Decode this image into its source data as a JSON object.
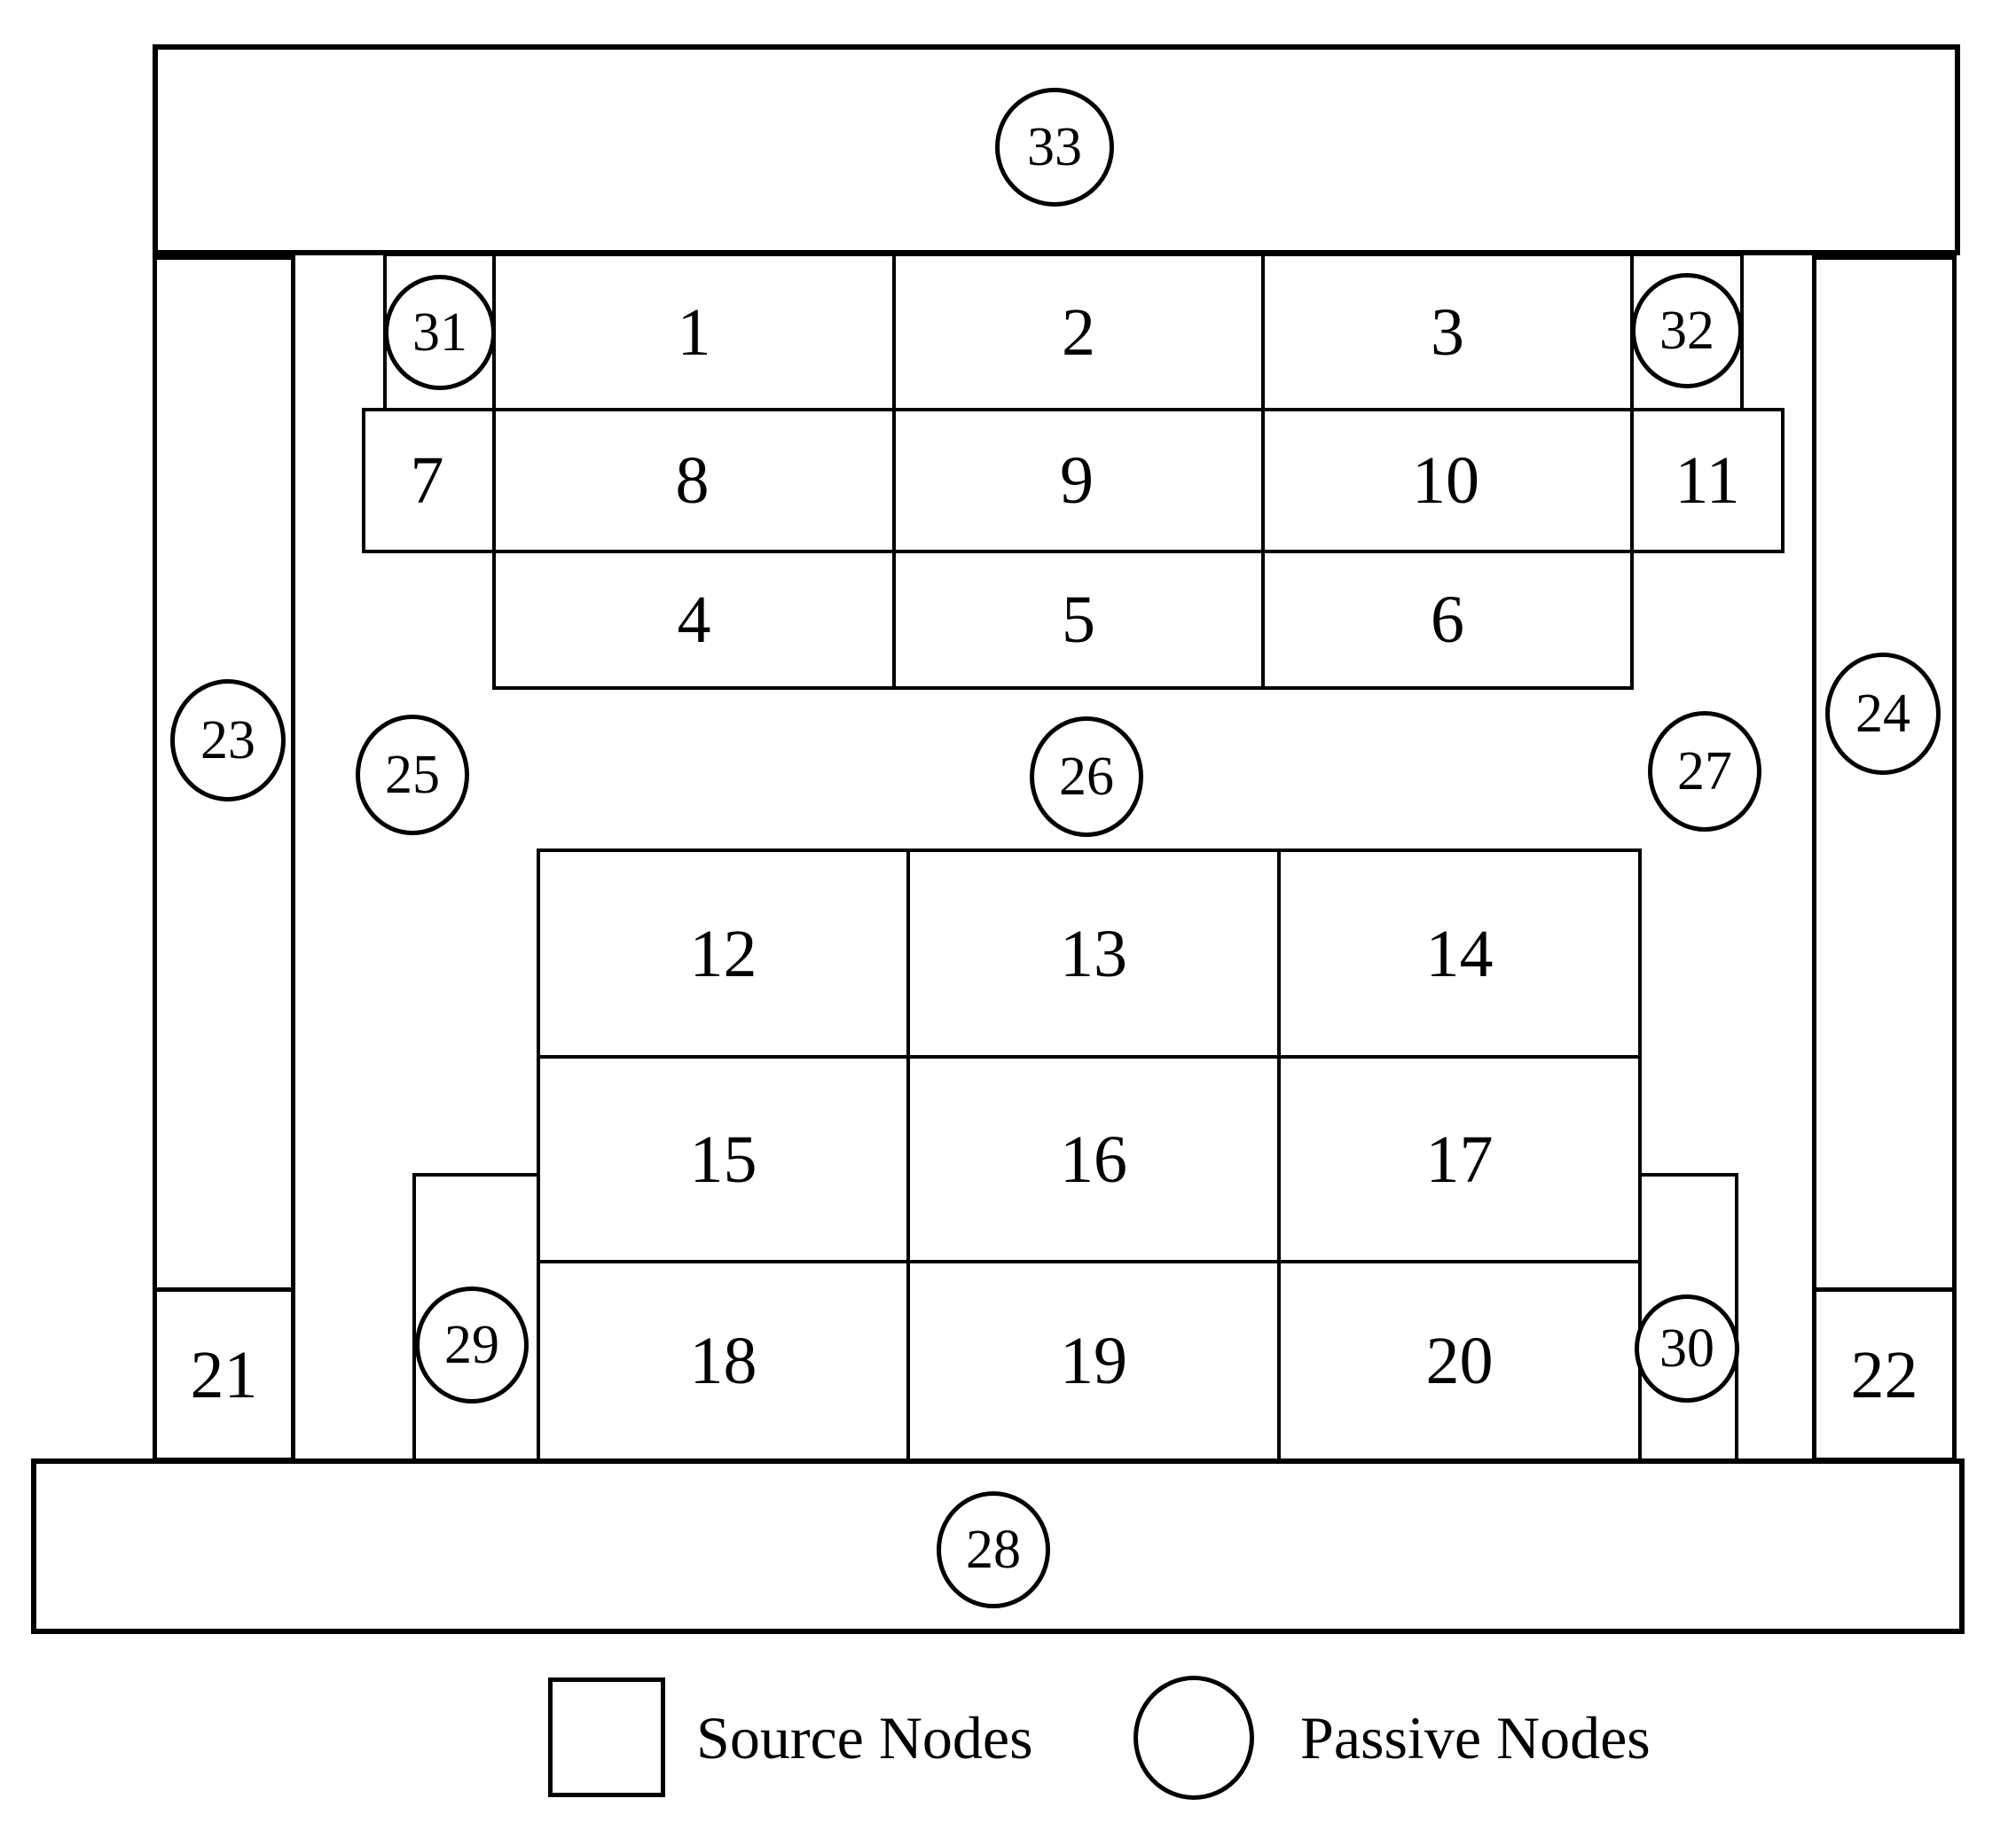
{
  "legend": {
    "source_label": "Source Nodes",
    "passive_label": "Passive Nodes"
  },
  "colors": {
    "line": "#000000",
    "background": "#ffffff"
  },
  "source_nodes": {
    "n1": "1",
    "n2": "2",
    "n3": "3",
    "n4": "4",
    "n5": "5",
    "n6": "6",
    "n7": "7",
    "n8": "8",
    "n9": "9",
    "n10": "10",
    "n11": "11",
    "n12": "12",
    "n13": "13",
    "n14": "14",
    "n15": "15",
    "n16": "16",
    "n17": "17",
    "n18": "18",
    "n19": "19",
    "n20": "20",
    "n21": "21",
    "n22": "22"
  },
  "passive_nodes": {
    "n23": "23",
    "n24": "24",
    "n25": "25",
    "n26": "26",
    "n27": "27",
    "n28": "28",
    "n29": "29",
    "n30": "30",
    "n31": "31",
    "n32": "32",
    "n33": "33"
  }
}
